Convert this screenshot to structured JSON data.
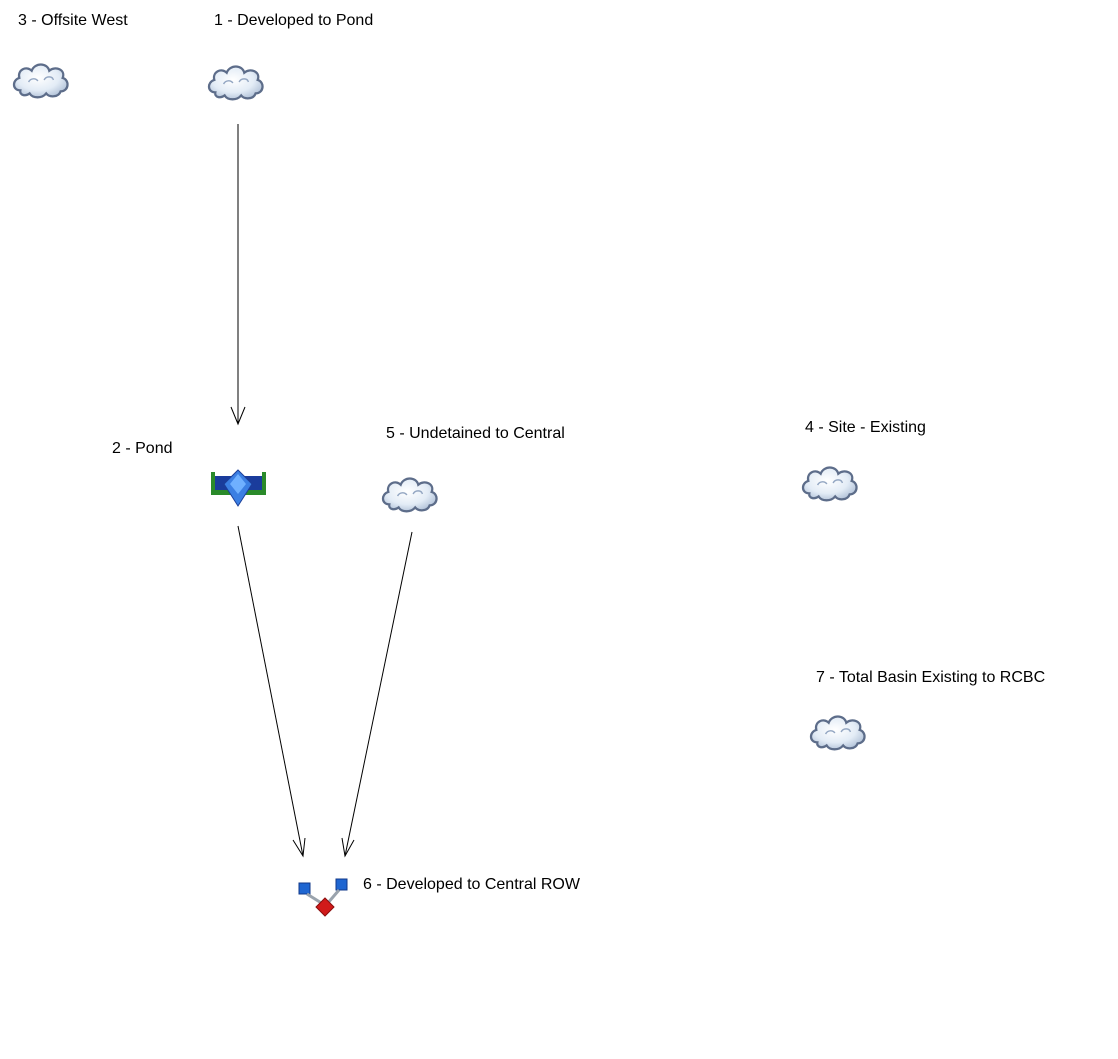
{
  "diagram": {
    "nodes": [
      {
        "id": "n3",
        "label": "3 - Offsite West",
        "type": "subbasin",
        "icon": "cloud-icon"
      },
      {
        "id": "n1",
        "label": "1 - Developed to Pond",
        "type": "subbasin",
        "icon": "cloud-icon"
      },
      {
        "id": "n2",
        "label": "2 - Pond",
        "type": "pond",
        "icon": "pond-icon"
      },
      {
        "id": "n5",
        "label": "5 - Undetained to Central",
        "type": "subbasin",
        "icon": "cloud-icon"
      },
      {
        "id": "n4",
        "label": "4 - Site - Existing",
        "type": "subbasin",
        "icon": "cloud-icon"
      },
      {
        "id": "n7",
        "label": "7 - Total Basin Existing to RCBC",
        "type": "subbasin",
        "icon": "cloud-icon"
      },
      {
        "id": "n6",
        "label": "6 - Developed to Central ROW",
        "type": "junction",
        "icon": "junction-icon"
      }
    ],
    "edges": [
      {
        "from": "n1",
        "to": "n2"
      },
      {
        "from": "n2",
        "to": "n6"
      },
      {
        "from": "n5",
        "to": "n6"
      }
    ]
  }
}
